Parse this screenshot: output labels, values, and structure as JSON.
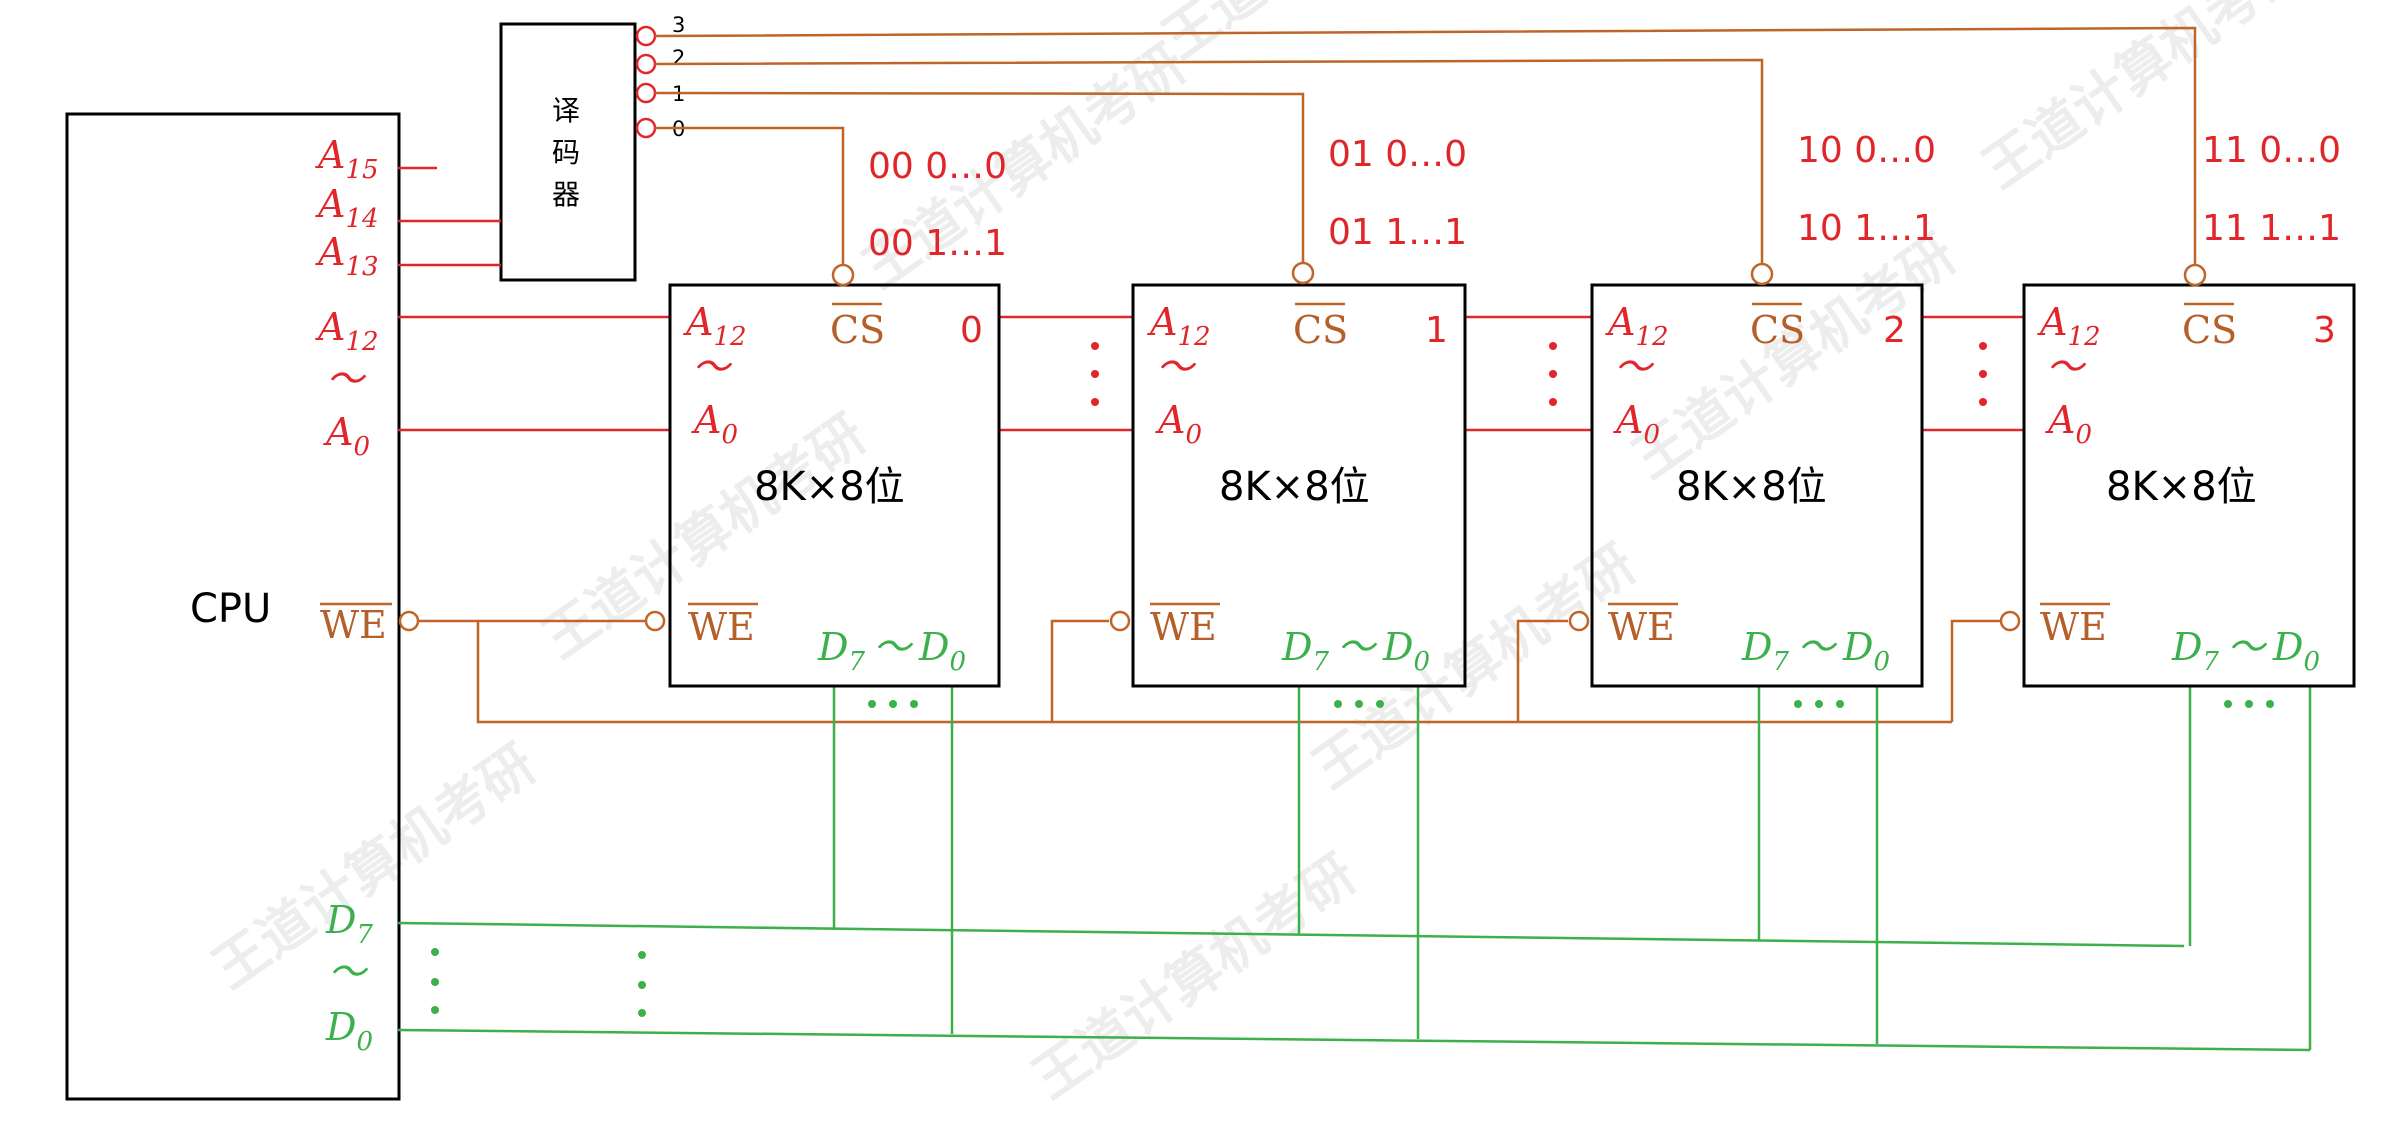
{
  "cpu": {
    "label": "CPU",
    "pins": {
      "a15": {
        "letter": "A",
        "sub": "15"
      },
      "a14": {
        "letter": "A",
        "sub": "14"
      },
      "a13": {
        "letter": "A",
        "sub": "13"
      },
      "a12": {
        "letter": "A",
        "sub": "12"
      },
      "a0": {
        "letter": "A",
        "sub": "0"
      },
      "tilde": "～",
      "we": "WE",
      "d7": {
        "letter": "D",
        "sub": "7"
      },
      "d0": {
        "letter": "D",
        "sub": "0"
      }
    }
  },
  "decoder": {
    "label_chars": [
      "译",
      "码",
      "器"
    ],
    "outputs": [
      "3",
      "2",
      "1",
      "0"
    ]
  },
  "chips": [
    {
      "index": "0",
      "capacity": "8K×8位",
      "addr_low": "00 0…0",
      "addr_high": "00 1…1"
    },
    {
      "index": "1",
      "capacity": "8K×8位",
      "addr_low": "01 0…0",
      "addr_high": "01 1…1"
    },
    {
      "index": "2",
      "capacity": "8K×8位",
      "addr_low": "10 0…0",
      "addr_high": "10 1…1"
    },
    {
      "index": "3",
      "capacity": "8K×8位",
      "addr_low": "11 0…0",
      "addr_high": "11 1…1"
    }
  ],
  "chip_pins": {
    "a12": {
      "letter": "A",
      "sub": "12"
    },
    "tilde": "～",
    "a0": {
      "letter": "A",
      "sub": "0"
    },
    "cs": "CS",
    "we": "WE",
    "data": {
      "d7": "D",
      "d7_sub": "7",
      "tilde": "～",
      "d0": "D",
      "d0_sub": "0"
    }
  },
  "colors": {
    "address": "#e0262a",
    "control": "#c0652a",
    "data": "#3cb04a",
    "outline": "#000000"
  }
}
